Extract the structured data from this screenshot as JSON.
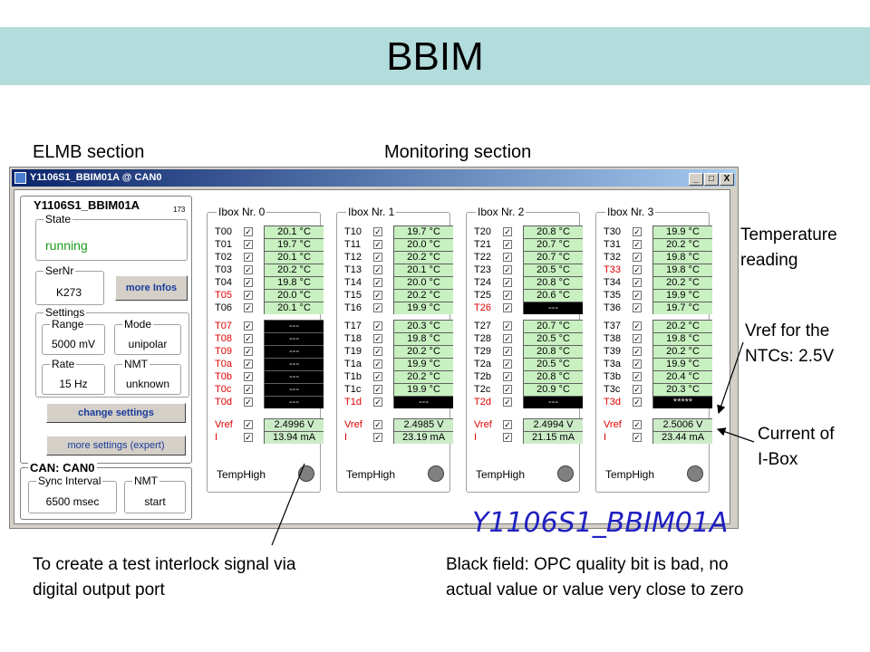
{
  "slide": {
    "title": "BBIM",
    "label_elmb": "ELMB section",
    "label_monitoring": "Monitoring section",
    "ann_temperature_line1": "Temperature",
    "ann_temperature_line2": "reading",
    "ann_vref_line1": "Vref for the",
    "ann_vref_line2": "NTCs: 2.5V",
    "ann_current_line1": "Current of",
    "ann_current_line2": "I-Box",
    "ann_interlock_line1": "To create a test interlock signal via",
    "ann_interlock_line2": "digital output port",
    "ann_black_line1": "Black field: OPC quality bit is bad, no",
    "ann_black_line2": "actual value or value very close to zero"
  },
  "window": {
    "title": "Y1106S1_BBIM01A @ CAN0",
    "btn_min": "_",
    "btn_max": "□",
    "btn_close": "X",
    "big_title": "Y1106S1_BBIM01A"
  },
  "elmb": {
    "name": "Y1106S1_BBIM01A",
    "name_suffix": "173",
    "state_label": "State",
    "state_value": "running",
    "sernr_label": "SerNr",
    "sernr_value": "K273",
    "more_infos": "more Infos",
    "settings_label": "Settings",
    "range_label": "Range",
    "range_value": "5000 mV",
    "mode_label": "Mode",
    "mode_value": "unipolar",
    "rate_label": "Rate",
    "rate_value": "15 Hz",
    "nmt_label": "NMT",
    "nmt_value": "unknown",
    "change_settings": "change settings",
    "more_settings": "more settings (expert)",
    "can_label": "CAN: CAN0",
    "sync_label": "Sync Interval",
    "sync_value": "6500 msec",
    "can_nmt_label": "NMT",
    "can_nmt_value": "start"
  },
  "checkmark": "✓",
  "temphigh": "TempHigh",
  "iboxes": [
    {
      "title": "Ibox Nr. 0",
      "group1": [
        {
          "name": "T00",
          "value": "20.1 °C",
          "red": false,
          "bad": false
        },
        {
          "name": "T01",
          "value": "19.7 °C",
          "red": false,
          "bad": false
        },
        {
          "name": "T02",
          "value": "20.1 °C",
          "red": false,
          "bad": false
        },
        {
          "name": "T03",
          "value": "20.2 °C",
          "red": false,
          "bad": false
        },
        {
          "name": "T04",
          "value": "19.8 °C",
          "red": false,
          "bad": false
        },
        {
          "name": "T05",
          "value": "20.0 °C",
          "red": true,
          "bad": false
        },
        {
          "name": "T06",
          "value": "20.1 °C",
          "red": false,
          "bad": false
        }
      ],
      "group2": [
        {
          "name": "T07",
          "value": "---",
          "red": true,
          "bad": true
        },
        {
          "name": "T08",
          "value": "---",
          "red": true,
          "bad": true
        },
        {
          "name": "T09",
          "value": "---",
          "red": true,
          "bad": true
        },
        {
          "name": "T0a",
          "value": "---",
          "red": true,
          "bad": true
        },
        {
          "name": "T0b",
          "value": "---",
          "red": true,
          "bad": true
        },
        {
          "name": "T0c",
          "value": "---",
          "red": true,
          "bad": true
        },
        {
          "name": "T0d",
          "value": "---",
          "red": true,
          "bad": true
        }
      ],
      "vref": "2.4996 V",
      "current": "13.94 mA"
    },
    {
      "title": "Ibox Nr. 1",
      "group1": [
        {
          "name": "T10",
          "value": "19.7 °C",
          "red": false,
          "bad": false
        },
        {
          "name": "T11",
          "value": "20.0 °C",
          "red": false,
          "bad": false
        },
        {
          "name": "T12",
          "value": "20.2 °C",
          "red": false,
          "bad": false
        },
        {
          "name": "T13",
          "value": "20.1 °C",
          "red": false,
          "bad": false
        },
        {
          "name": "T14",
          "value": "20.0 °C",
          "red": false,
          "bad": false
        },
        {
          "name": "T15",
          "value": "20.2 °C",
          "red": false,
          "bad": false
        },
        {
          "name": "T16",
          "value": "19.9 °C",
          "red": false,
          "bad": false
        }
      ],
      "group2": [
        {
          "name": "T17",
          "value": "20.3 °C",
          "red": false,
          "bad": false
        },
        {
          "name": "T18",
          "value": "19.8 °C",
          "red": false,
          "bad": false
        },
        {
          "name": "T19",
          "value": "20.2 °C",
          "red": false,
          "bad": false
        },
        {
          "name": "T1a",
          "value": "19.9 °C",
          "red": false,
          "bad": false
        },
        {
          "name": "T1b",
          "value": "20.2 °C",
          "red": false,
          "bad": false
        },
        {
          "name": "T1c",
          "value": "19.9 °C",
          "red": false,
          "bad": false
        },
        {
          "name": "T1d",
          "value": "---",
          "red": true,
          "bad": true
        }
      ],
      "vref": "2.4985 V",
      "current": "23.19 mA"
    },
    {
      "title": "Ibox Nr. 2",
      "group1": [
        {
          "name": "T20",
          "value": "20.8 °C",
          "red": false,
          "bad": false
        },
        {
          "name": "T21",
          "value": "20.7 °C",
          "red": false,
          "bad": false
        },
        {
          "name": "T22",
          "value": "20.7 °C",
          "red": false,
          "bad": false
        },
        {
          "name": "T23",
          "value": "20.5 °C",
          "red": false,
          "bad": false
        },
        {
          "name": "T24",
          "value": "20.8 °C",
          "red": false,
          "bad": false
        },
        {
          "name": "T25",
          "value": "20.6 °C",
          "red": false,
          "bad": false
        },
        {
          "name": "T26",
          "value": "---",
          "red": true,
          "bad": true
        }
      ],
      "group2": [
        {
          "name": "T27",
          "value": "20.7 °C",
          "red": false,
          "bad": false
        },
        {
          "name": "T28",
          "value": "20.5 °C",
          "red": false,
          "bad": false
        },
        {
          "name": "T29",
          "value": "20.8 °C",
          "red": false,
          "bad": false
        },
        {
          "name": "T2a",
          "value": "20.5 °C",
          "red": false,
          "bad": false
        },
        {
          "name": "T2b",
          "value": "20.8 °C",
          "red": false,
          "bad": false
        },
        {
          "name": "T2c",
          "value": "20.9 °C",
          "red": false,
          "bad": false
        },
        {
          "name": "T2d",
          "value": "---",
          "red": true,
          "bad": true
        }
      ],
      "vref": "2.4994 V",
      "current": "21.15 mA"
    },
    {
      "title": "Ibox Nr. 3",
      "group1": [
        {
          "name": "T30",
          "value": "19.9 °C",
          "red": false,
          "bad": false
        },
        {
          "name": "T31",
          "value": "20.2 °C",
          "red": false,
          "bad": false
        },
        {
          "name": "T32",
          "value": "19.8 °C",
          "red": false,
          "bad": false
        },
        {
          "name": "T33",
          "value": "19.8 °C",
          "red": true,
          "bad": false
        },
        {
          "name": "T34",
          "value": "20.2 °C",
          "red": false,
          "bad": false
        },
        {
          "name": "T35",
          "value": "19.9 °C",
          "red": false,
          "bad": false
        },
        {
          "name": "T36",
          "value": "19.7 °C",
          "red": false,
          "bad": false
        }
      ],
      "group2": [
        {
          "name": "T37",
          "value": "20.2 °C",
          "red": false,
          "bad": false
        },
        {
          "name": "T38",
          "value": "19.8 °C",
          "red": false,
          "bad": false
        },
        {
          "name": "T39",
          "value": "20.2 °C",
          "red": false,
          "bad": false
        },
        {
          "name": "T3a",
          "value": "19.9 °C",
          "red": false,
          "bad": false
        },
        {
          "name": "T3b",
          "value": "20.4 °C",
          "red": false,
          "bad": false
        },
        {
          "name": "T3c",
          "value": "20.3 °C",
          "red": false,
          "bad": false
        },
        {
          "name": "T3d",
          "value": "*****",
          "red": true,
          "bad": true
        }
      ],
      "vref": "2.5006 V",
      "current": "23.44 mA"
    }
  ]
}
